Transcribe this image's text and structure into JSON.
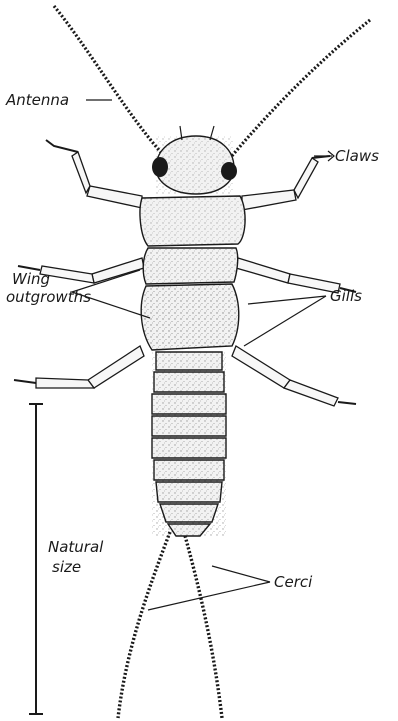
{
  "labels": {
    "antenna": "Antenna",
    "claws": "Claws",
    "wing_line1": "Wing",
    "wing_line2": "outgrowths",
    "gills": "Gills",
    "natural_line1": "Natural",
    "natural_line2": "size",
    "cerci": "Cerci"
  }
}
